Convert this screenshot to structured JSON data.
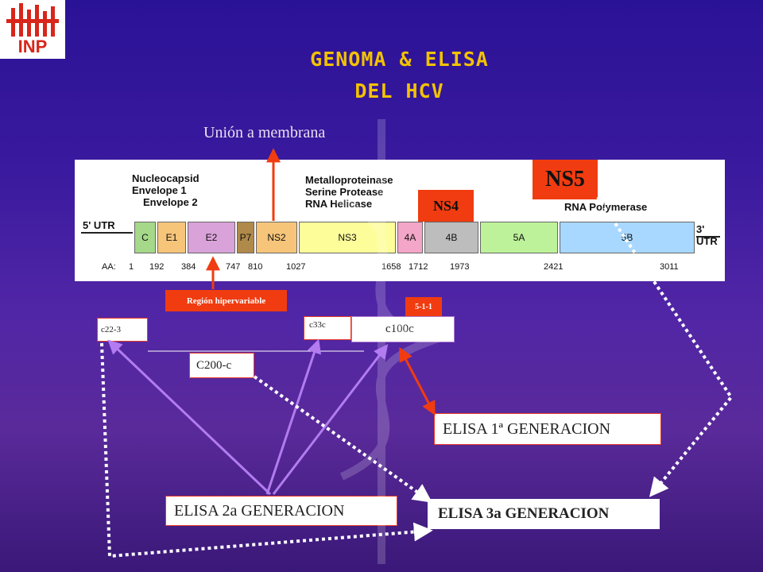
{
  "logo": {
    "text": "INP"
  },
  "title": {
    "line1": "GENOMA & ELISA",
    "line2": "DEL HCV"
  },
  "membrane_label": "Unión a membrana",
  "genome": {
    "utr5": "5' UTR",
    "utr3": "3' UTR",
    "left_labels": [
      "Nucleocapsid",
      "Envelope 1",
      "Envelope 2"
    ],
    "mid_labels": [
      "Metalloproteinase",
      "Serine Protease",
      "RNA Helicase"
    ],
    "right_label": "RNA Polymerase",
    "segments": [
      "C",
      "E1",
      "E2",
      "P7",
      "NS2",
      "NS3",
      "4A",
      "4B",
      "5A",
      "5B"
    ],
    "aa_label": "AA:",
    "aa_positions": [
      "1",
      "192",
      "384",
      "747",
      "810",
      "1027",
      "1658",
      "1712",
      "1973",
      "2421",
      "3011"
    ]
  },
  "ns5": "NS5",
  "ns4": "NS4",
  "hypervariable": "Región hipervariable",
  "antigens": {
    "c22": "c22-3",
    "c33": "c33c",
    "c100": "c100c",
    "s511": "5-1-1",
    "c200": "C200-c"
  },
  "elisa": {
    "gen1": "ELISA 1ª GENERACION",
    "gen2": "ELISA 2a GENERACION",
    "gen3": "ELISA 3a GENERACION"
  },
  "colors": {
    "background": "#3a1a9e",
    "title": "#f2c200",
    "red": "#f03c10",
    "arrow_purple": "#b27cf0",
    "dotted": "#ffffff"
  }
}
